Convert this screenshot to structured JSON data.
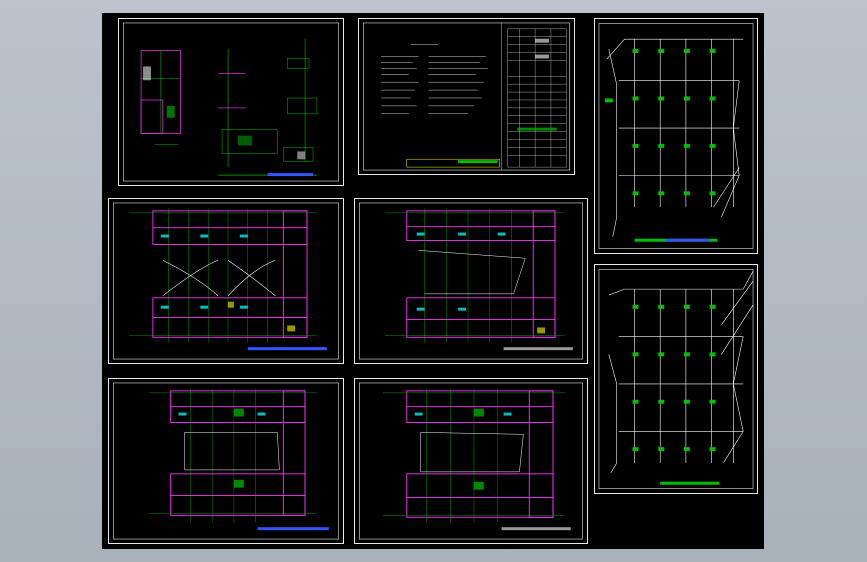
{
  "app": {
    "accent": "#1f4fff",
    "cad_colors": {
      "frame": "#e8e8e8",
      "wall": "#ff33ff",
      "line": "#00c000",
      "text": "#ffffff",
      "cyan": "#00ffff",
      "yellow": "#ffff00",
      "blue": "#3355ff"
    }
  },
  "sheets": [
    {
      "id": "detail-sheet",
      "kind": "details"
    },
    {
      "id": "notes-sheet",
      "kind": "notes"
    },
    {
      "id": "riser-sheet-1",
      "kind": "riser"
    },
    {
      "id": "plan-1",
      "kind": "plan"
    },
    {
      "id": "plan-2",
      "kind": "plan"
    },
    {
      "id": "plan-3",
      "kind": "plan"
    },
    {
      "id": "plan-4",
      "kind": "plan"
    },
    {
      "id": "riser-sheet-2",
      "kind": "riser"
    }
  ]
}
